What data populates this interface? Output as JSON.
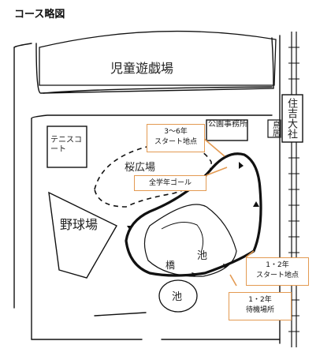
{
  "title": "コース略図",
  "labels": {
    "playground": "児童遊戯場",
    "tennis_court": "テニスコート",
    "sakura": "桜広場",
    "baseball": "野球場",
    "office": "公園事務所",
    "shrine": "住吉大社",
    "torii": "鳥居",
    "pond_main": "池",
    "pond_small": "池",
    "bridge": "橋"
  },
  "callouts": {
    "start_3_6": [
      "3～6年",
      "スタート地点"
    ],
    "goal_all": "全学年ゴール",
    "start_1_2": [
      "1・2年",
      "スタート地点"
    ],
    "wait_1_2": [
      "1・2年",
      "待機場所"
    ]
  },
  "colors": {
    "callout_border": "#e39a52",
    "ink": "#111111"
  }
}
